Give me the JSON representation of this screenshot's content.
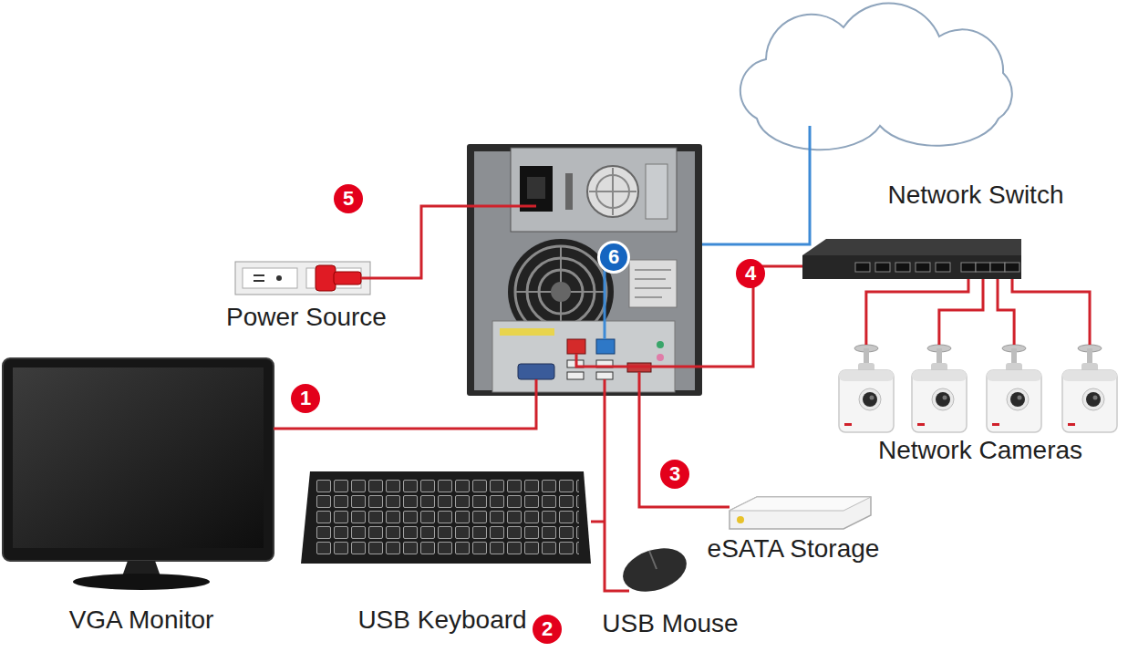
{
  "diagram": {
    "nodes": [
      {
        "text": [
          "Network Switch"
        ]
      },
      {
        "text": [
          "Power Source"
        ]
      },
      {
        "text": [
          "Network Cameras"
        ]
      },
      {
        "text": [
          "eSATA Storage"
        ]
      },
      {
        "text": [
          "VGA Monitor"
        ]
      },
      {
        "text": [
          "USB Keyboard"
        ]
      },
      {
        "text": [
          "USB Mouse"
        ]
      }
    ],
    "edges": [
      {
        "from": 0,
        "to": 2,
        "arrow": "none"
      }
    ],
    "labels": [
      "5",
      "6",
      "4",
      "1",
      "3",
      "2"
    ]
  }
}
